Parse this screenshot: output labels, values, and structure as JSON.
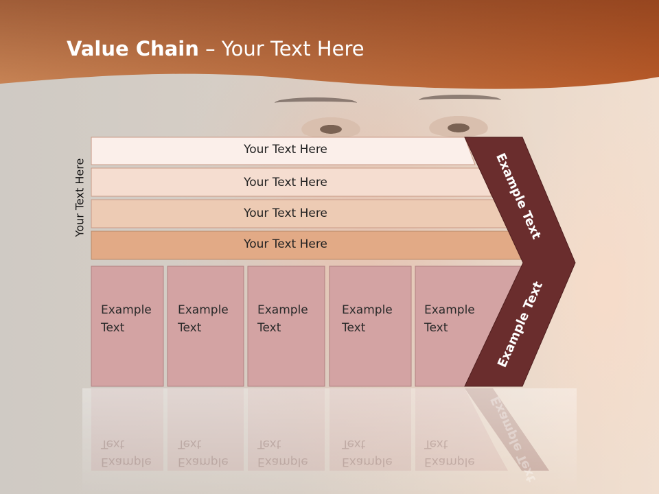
{
  "title": {
    "bold": "Value Chain",
    "rest": " – Your Text Here"
  },
  "side_label": "Your Text Here",
  "bars": [
    {
      "label": "Your Text Here",
      "color": "#fbefea"
    },
    {
      "label": "Your Text Here",
      "color": "#f5ddd0"
    },
    {
      "label": "Your Text Here",
      "color": "#edcbb4"
    },
    {
      "label": "Your Text Here",
      "color": "#e2aa86"
    }
  ],
  "boxes": [
    {
      "label": "Example\nText"
    },
    {
      "label": "Example\nText"
    },
    {
      "label": "Example\nText"
    },
    {
      "label": "Example\nText"
    },
    {
      "label": "Example\nText"
    }
  ],
  "chevron": {
    "top_label": "Example Text",
    "bottom_label": "Example Text",
    "color": "#6a2d2d"
  },
  "colors": {
    "header": "#c8693a",
    "box_fill": "#d3a3a3",
    "box_stroke": "#b28181"
  }
}
